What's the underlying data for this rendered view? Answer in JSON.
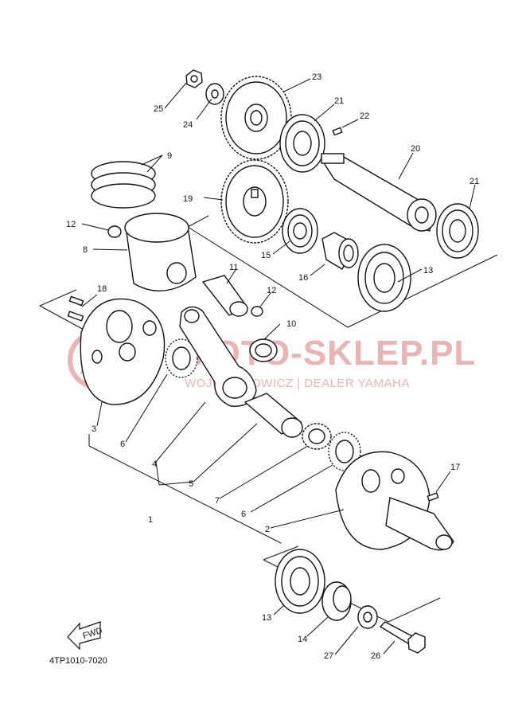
{
  "diagram": {
    "code": "4TP1010-7020",
    "fwd_label": "FWD",
    "watermark": {
      "brand": "MOTO-SKLEP.PL",
      "dealer": "WOJCIECHOWICZ | DEALER YAMAHA",
      "color": "#e7a8a8"
    },
    "callouts": [
      {
        "id": "c1",
        "label": "1"
      },
      {
        "id": "c2",
        "label": "2"
      },
      {
        "id": "c3",
        "label": "3"
      },
      {
        "id": "c4",
        "label": "4"
      },
      {
        "id": "c5",
        "label": "5"
      },
      {
        "id": "c6a",
        "label": "6"
      },
      {
        "id": "c6b",
        "label": "6"
      },
      {
        "id": "c7",
        "label": "7"
      },
      {
        "id": "c8",
        "label": "8"
      },
      {
        "id": "c9",
        "label": "9"
      },
      {
        "id": "c10",
        "label": "10"
      },
      {
        "id": "c11",
        "label": "11"
      },
      {
        "id": "c12a",
        "label": "12"
      },
      {
        "id": "c12b",
        "label": "12"
      },
      {
        "id": "c13a",
        "label": "13"
      },
      {
        "id": "c13b",
        "label": "13"
      },
      {
        "id": "c14",
        "label": "14"
      },
      {
        "id": "c15",
        "label": "15"
      },
      {
        "id": "c16",
        "label": "16"
      },
      {
        "id": "c17",
        "label": "17"
      },
      {
        "id": "c18",
        "label": "18"
      },
      {
        "id": "c19",
        "label": "19"
      },
      {
        "id": "c20",
        "label": "20"
      },
      {
        "id": "c21a",
        "label": "21"
      },
      {
        "id": "c21b",
        "label": "21"
      },
      {
        "id": "c22",
        "label": "22"
      },
      {
        "id": "c23",
        "label": "23"
      },
      {
        "id": "c24",
        "label": "24"
      },
      {
        "id": "c25",
        "label": "25"
      },
      {
        "id": "c26",
        "label": "26"
      },
      {
        "id": "c27",
        "label": "27"
      }
    ]
  }
}
